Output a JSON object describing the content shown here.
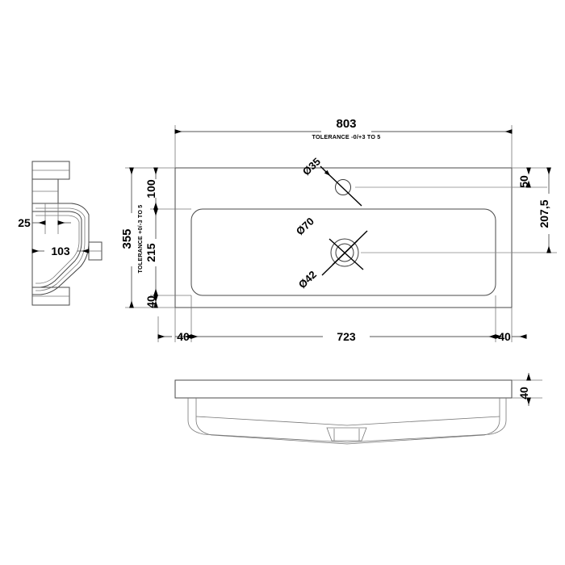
{
  "drawing": {
    "title": "Basin dimensional drawing",
    "units": "mm",
    "views": {
      "plan": {
        "name": "plan-view"
      },
      "side_section": {
        "name": "side-section-view"
      },
      "front_elevation": {
        "name": "front-elevation-view"
      }
    }
  },
  "dimensions": {
    "overall_width": "803",
    "overall_width_tolerance": "TOLERANCE -0/+3 TO 5",
    "overall_depth": "355",
    "overall_depth_tolerance": "TOLERANCE +0/-3 TO 5",
    "top_band": "100",
    "bowl_depth": "215",
    "bottom_band": "40",
    "left_margin": "40",
    "bowl_width": "723",
    "right_margin": "40",
    "taphole_to_back": "50",
    "centre_to_front": "207,5",
    "rim_thickness": "40",
    "section_lip": "25",
    "section_depth": "103"
  },
  "holes": {
    "taphole_diameter": "Ø35",
    "waste_outer_diameter": "Ø70",
    "waste_inner_diameter": "Ø42"
  }
}
